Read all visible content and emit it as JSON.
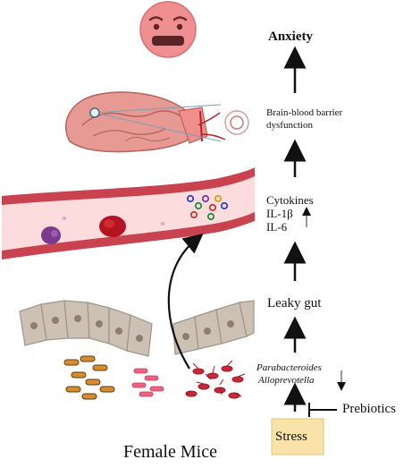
{
  "outcome": "Anxiety",
  "bbb_line1": "Brain-blood barrier",
  "bbb_line2": "dysfunction",
  "cytokines": "Cytokines",
  "il1b": "IL-1β",
  "il6": "IL-6",
  "leaky_gut": "Leaky gut",
  "bacteria1": "Parabacteroides",
  "bacteria2": "Alloprevotella",
  "prebiotics": "Prebiotics",
  "stress": "Stress",
  "subject": "Female Mice",
  "colors": {
    "face": "#ef8f91",
    "vessel_wall": "#c8434f",
    "vessel_lumen": "#fcdcdc",
    "brain": "#e79a93",
    "epithelium": "#cdc1b5",
    "stress_box": "#f9e3a8",
    "arrow": "#111111"
  },
  "icons": [
    "anxious-face-icon",
    "brain-illustration",
    "blood-vessel",
    "gut-epithelium",
    "bacteria-cluster-icon"
  ]
}
